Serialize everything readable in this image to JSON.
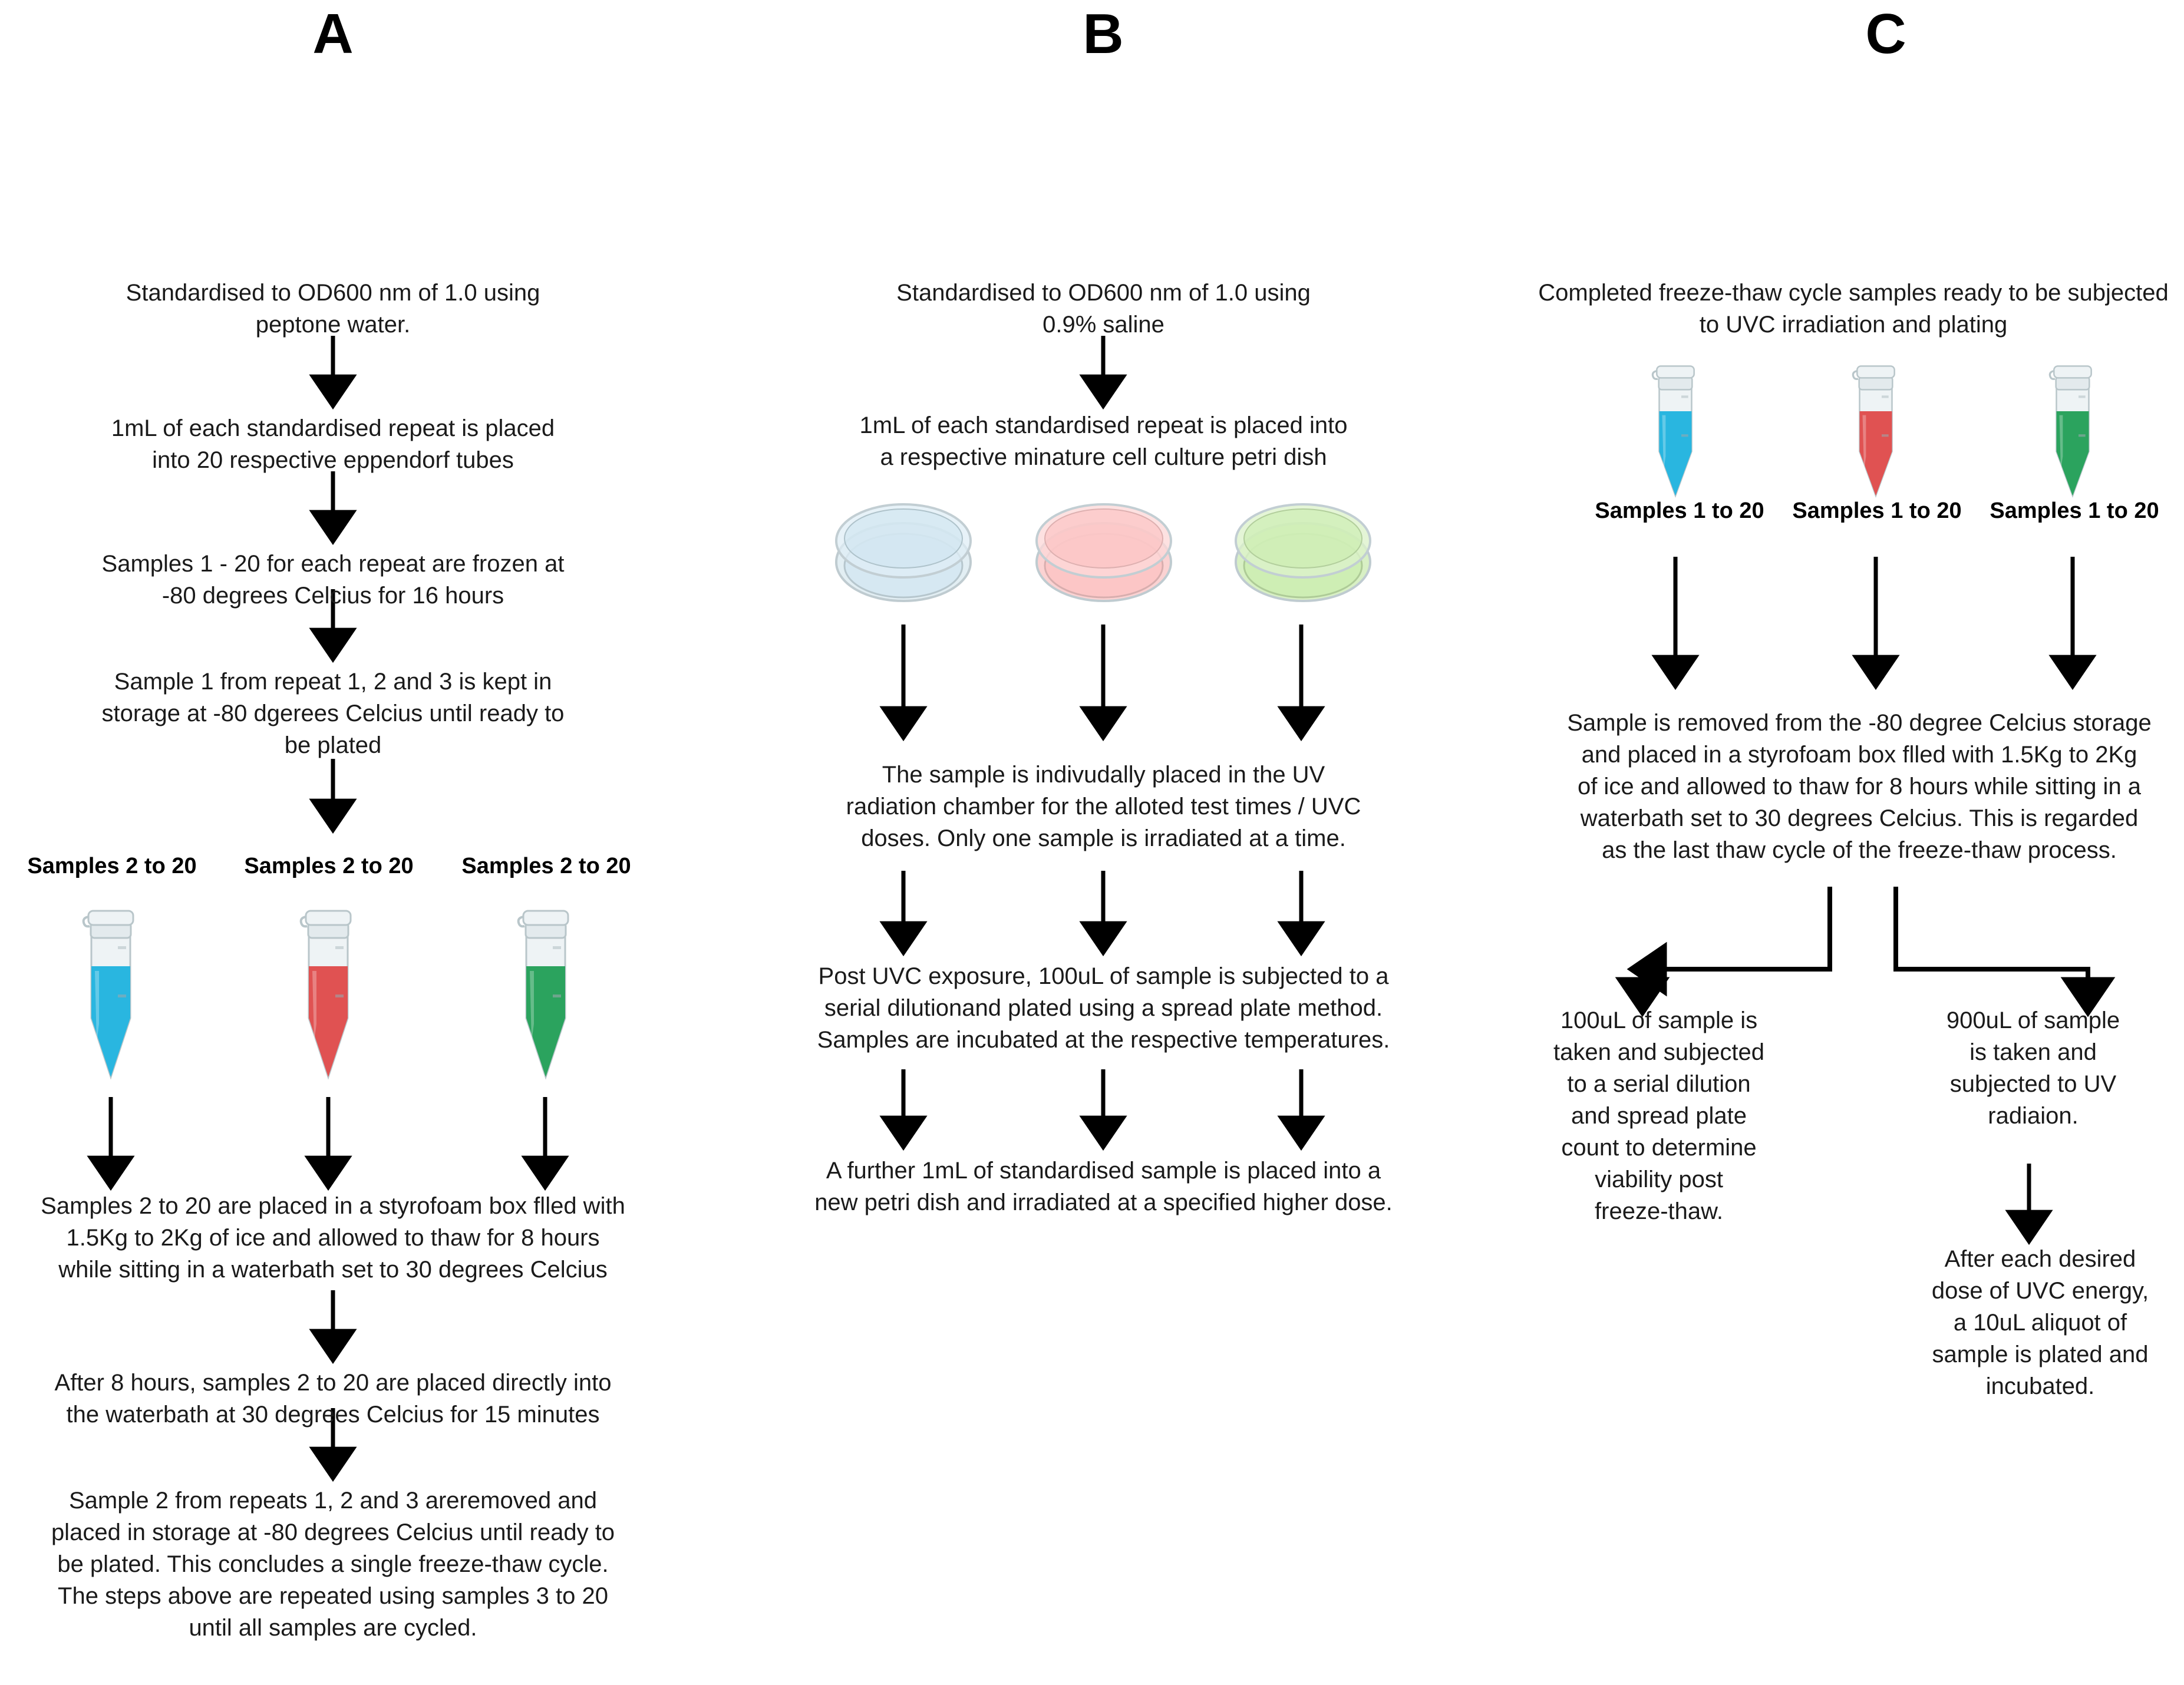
{
  "figure": {
    "type": "experimental-workflow-diagram",
    "panels": [
      {
        "id": "A",
        "letter": "A",
        "steps": [
          "Standardised to OD600 nm of 1.0 using\npeptone water.",
          "1mL of each standardised repeat is placed\ninto 20 respective eppendorf tubes",
          "Samples 1 - 20 for each repeat are frozen at\n-80 degrees Celcius for 16 hours",
          "Sample 1 from repeat 1, 2 and 3 is kept in\nstorage at -80 dgerees Celcius until ready to\nbe plated",
          "Samples 2 to 20 are placed in a styrofoam box flled with\n1.5Kg to 2Kg of ice and allowed to thaw for 8 hours\nwhile sitting in a waterbath set to 30 degrees Celcius",
          "After 8 hours, samples 2 to 20 are placed directly into\nthe waterbath at 30 degrees Celcius for 15 minutes",
          "Sample 2 from repeats 1, 2 and 3 areremoved and\nplaced in storage at -80 degrees Celcius until ready to\nbe plated. This concludes a single freeze-thaw cycle.\nThe steps above are repeated using samples 3 to 20\nuntil all samples are cycled."
        ],
        "tube_labels": [
          "Samples 2 to 20",
          "Samples 2 to 20",
          "Samples 2 to 20"
        ],
        "tube_colors": [
          "#29b6e0",
          "#e05252",
          "#2ba35e"
        ]
      },
      {
        "id": "B",
        "letter": "B",
        "steps": [
          "Standardised to OD600 nm of 1.0 using\n0.9% saline",
          "1mL of each standardised repeat is placed into\na respective minature cell culture petri dish",
          "The sample is indivudally placed in the UV\nradiation chamber for the alloted test times / UVC\ndoses. Only one sample is irradiated at a time.",
          "Post UVC exposure, 100uL of sample is subjected to a\nserial dilutionand plated using a spread plate method.\nSamples are incubated at the respective temperatures.",
          "A further 1mL of standardised sample is placed into a\nnew petri dish and irradiated at a specified higher dose."
        ],
        "dish_colors": [
          "#d6e8f2",
          "#fcc6c6",
          "#ceeeb4"
        ]
      },
      {
        "id": "C",
        "letter": "C",
        "steps": [
          "Completed freeze-thaw cycle samples ready to be subjected\nto UVC irradiation and plating",
          "Sample is removed from the -80 degree Celcius storage\nand  placed in a styrofoam box flled with 1.5Kg to 2Kg\nof ice and allowed to thaw for 8 hours while sitting in a\nwaterbath set to 30 degrees Celcius. This is regarded\nas the last thaw cycle of the freeze-thaw process.",
          "100uL of sample is\ntaken and subjected\nto a serial dilution\nand spread plate\ncount to determine\nviability post\nfreeze-thaw.",
          "900uL of sample\nis taken and\nsubjected to UV\nradiaion.",
          "After each desired\ndose of UVC energy,\na 10uL aliquot of\nsample is plated and\nincubated."
        ],
        "tube_labels": [
          "Samples 1 to 20",
          "Samples 1 to 20",
          "Samples 1 to 20"
        ],
        "tube_colors": [
          "#29b6e0",
          "#e05252",
          "#2ba35e"
        ]
      }
    ],
    "colors": {
      "arrow": "#000000",
      "text": "#1a1a1a",
      "tube_blue": "#29b6e0",
      "tube_red": "#e05252",
      "tube_green": "#2ba35e",
      "dish_blue": "#d6e8f2",
      "dish_pink": "#fcc6c6",
      "dish_green": "#ceeeb4",
      "tube_glass": "#eef3f5",
      "tube_outline": "#b9c6ca"
    }
  }
}
